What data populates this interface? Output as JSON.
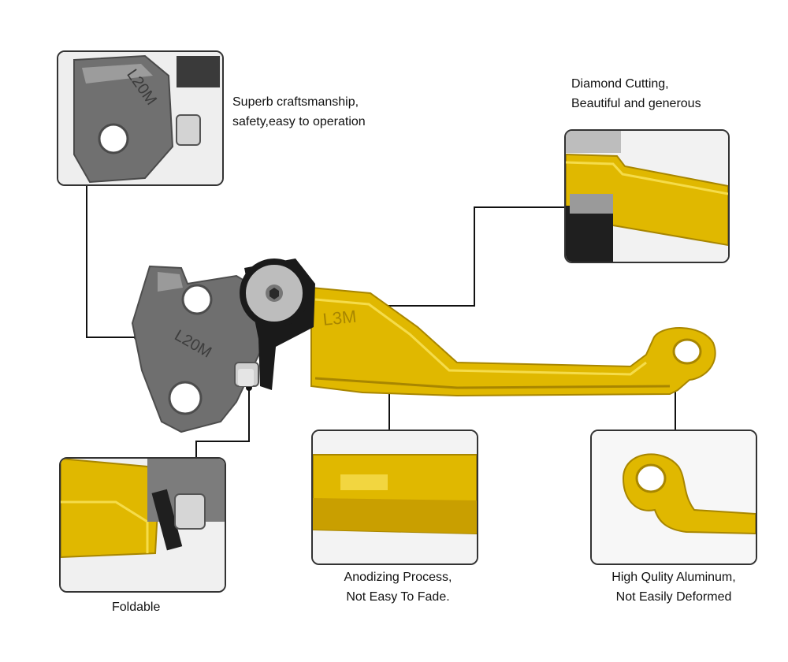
{
  "callouts": {
    "craftsmanship": {
      "line1": "Superb craftsmanship,",
      "line2": "safety,easy to operation"
    },
    "diamond": {
      "line1": "Diamond Cutting,",
      "line2": "Beautiful and generous"
    },
    "foldable": {
      "line1": "Foldable"
    },
    "anodizing": {
      "line1": "Anodizing Process,",
      "line2": "Not Easy To Fade."
    },
    "aluminum": {
      "line1": "High Qulity Aluminum,",
      "line2": "Not Easily Deformed"
    }
  },
  "product": {
    "lever_engraving": "L3M",
    "perch_engraving": "L20M",
    "detail_perch_engraving": "L20M",
    "colors": {
      "lever": "#e0b800",
      "lever_dark": "#a88600",
      "perch": "#6f6f6f",
      "perch_light": "#9a9a9a",
      "leader": "#111111",
      "frame": "#333333"
    }
  }
}
